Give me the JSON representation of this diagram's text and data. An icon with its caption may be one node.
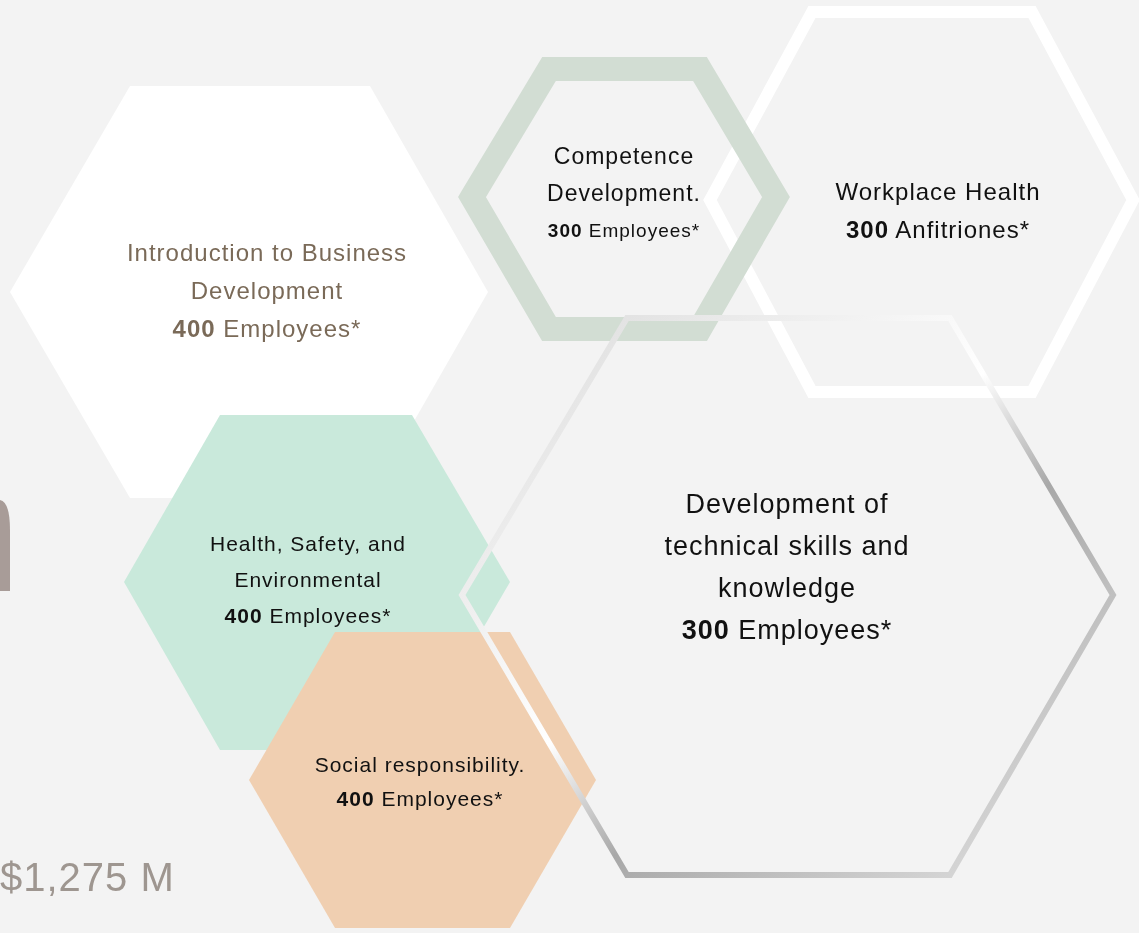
{
  "diagram": {
    "nodes": [
      {
        "text": [
          "Introduction to Business Development",
          "**400** Employees*"
        ]
      },
      {
        "text": [
          "Competence Development.",
          "**300** Employees*"
        ]
      },
      {
        "text": [
          "Workplace Health",
          "**300** Anfitriones*"
        ]
      },
      {
        "text": [
          "Development of technical skills and knowledge",
          "**300** Employees*"
        ]
      },
      {
        "text": [
          "Health, Safety, and Environmental",
          "**400** Employees*"
        ]
      },
      {
        "text": [
          "Social responsibility.",
          "**400** Employees*"
        ]
      }
    ],
    "labels": [
      "$1,275 M"
    ]
  }
}
